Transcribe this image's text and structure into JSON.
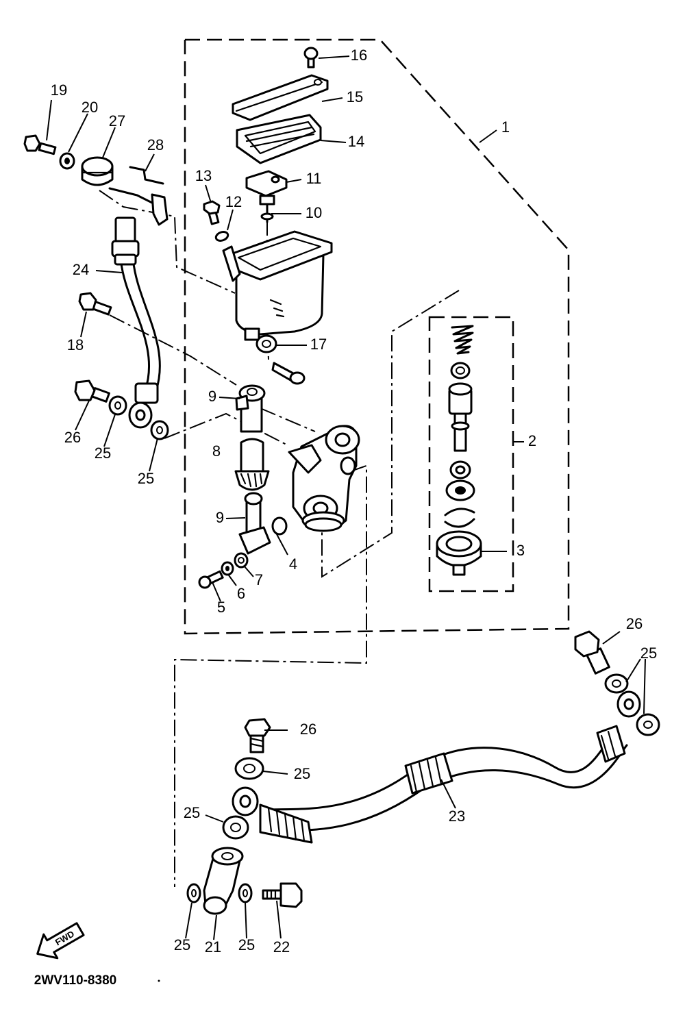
{
  "diagram_code": "2WV110-8380",
  "find_arrow_label": "FWD",
  "callouts": {
    "c1": "1",
    "c2": "2",
    "c3": "3",
    "c4": "4",
    "c5": "5",
    "c6": "6",
    "c7": "7",
    "c8": "8",
    "c9a": "9",
    "c9b": "9",
    "c10": "10",
    "c11": "11",
    "c12": "12",
    "c13": "13",
    "c14": "14",
    "c15": "15",
    "c16": "16",
    "c17": "17",
    "c18": "18",
    "c19": "19",
    "c20": "20",
    "c21": "21",
    "c22": "22",
    "c23": "23",
    "c24": "24",
    "c25a": "25",
    "c25b": "25",
    "c25c": "25",
    "c25d": "25",
    "c25e": "25",
    "c25f": "25",
    "c25g": "25",
    "c25h": "25",
    "c26a": "26",
    "c26b": "26",
    "c26c": "26",
    "c27": "27",
    "c28": "28"
  }
}
